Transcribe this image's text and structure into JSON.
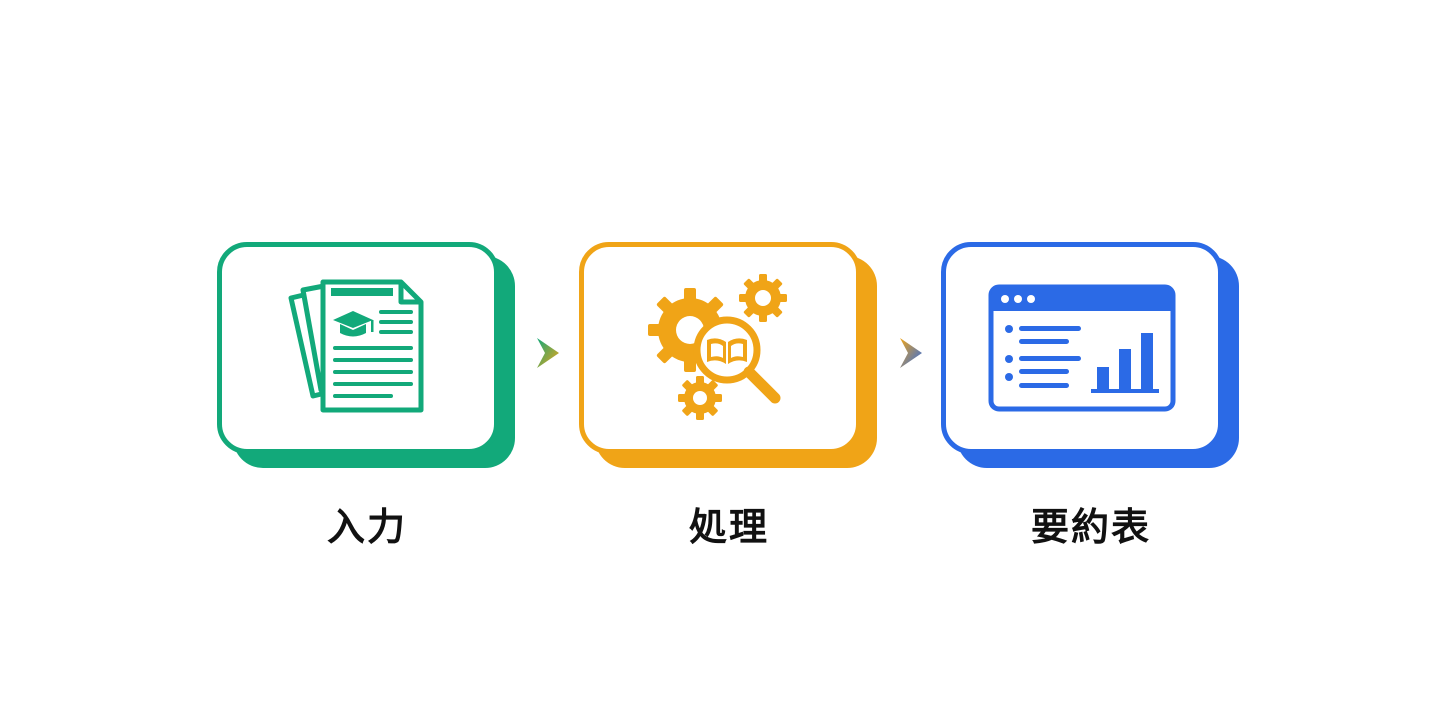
{
  "steps": [
    {
      "label": "入力",
      "icon": "documents-graduation-cap-icon",
      "color": "#12a97a"
    },
    {
      "label": "処理",
      "icon": "gears-magnifier-book-icon",
      "color": "#f0a417"
    },
    {
      "label": "要約表",
      "icon": "browser-list-bar-chart-icon",
      "color": "#2b6ae6"
    }
  ],
  "arrows": [
    {
      "icon": "chevron-right-icon",
      "colors": [
        "#12a97a",
        "#f0a417"
      ]
    },
    {
      "icon": "chevron-right-icon",
      "colors": [
        "#f0a417",
        "#2b6ae6"
      ]
    }
  ]
}
